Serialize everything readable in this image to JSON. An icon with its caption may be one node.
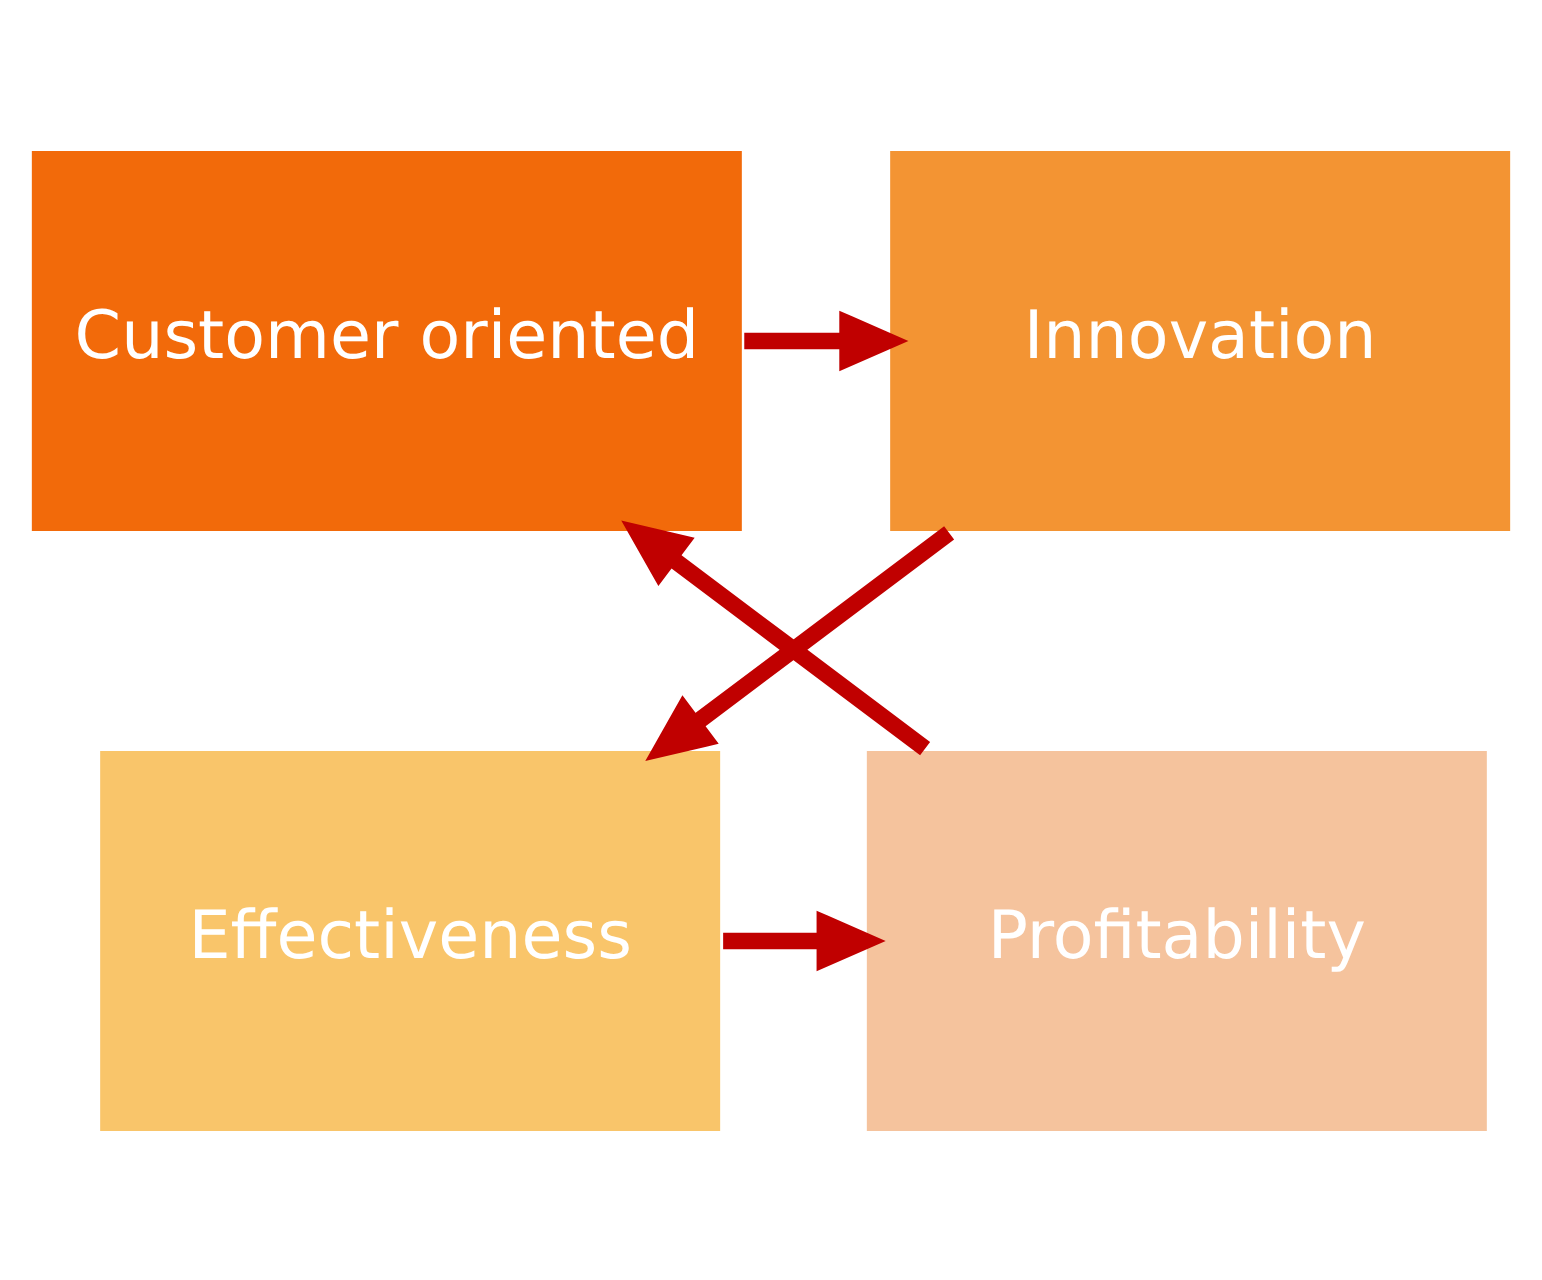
{
  "diagram": {
    "nodes": [
      {
        "text": [
          "Customer oriented"
        ]
      },
      {
        "text": [
          "Innovation"
        ]
      },
      {
        "text": [
          "Profitability"
        ]
      },
      {
        "text": [
          "Effectiveness"
        ]
      }
    ],
    "edges": [
      {
        "from": 0,
        "to": 1,
        "arrow": "to"
      },
      {
        "from": 1,
        "to": 3,
        "arrow": "to"
      },
      {
        "from": 3,
        "to": 2,
        "arrow": "to"
      },
      {
        "from": 2,
        "to": 0,
        "arrow": "to"
      }
    ]
  }
}
